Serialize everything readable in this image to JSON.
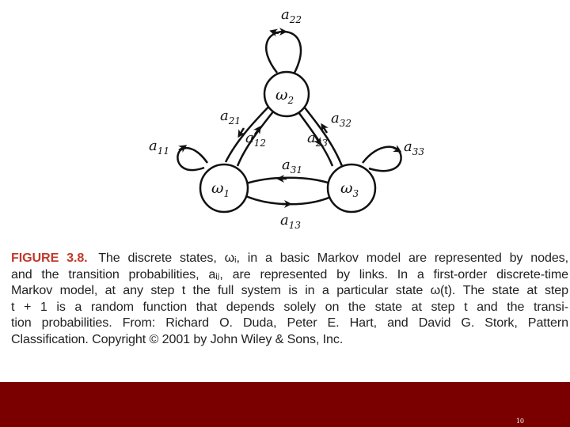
{
  "diagram": {
    "nodes": {
      "w1": {
        "symbol": "ω",
        "subscript": "1"
      },
      "w2": {
        "symbol": "ω",
        "subscript": "2"
      },
      "w3": {
        "symbol": "ω",
        "subscript": "3"
      }
    },
    "edges": {
      "a11": {
        "symbol": "a",
        "subscript": "11"
      },
      "a12": {
        "symbol": "a",
        "subscript": "12"
      },
      "a13": {
        "symbol": "a",
        "subscript": "13"
      },
      "a21": {
        "symbol": "a",
        "subscript": "21"
      },
      "a22": {
        "symbol": "a",
        "subscript": "22"
      },
      "a23": {
        "symbol": "a",
        "subscript": "23"
      },
      "a31": {
        "symbol": "a",
        "subscript": "31"
      },
      "a32": {
        "symbol": "a",
        "subscript": "32"
      },
      "a33": {
        "symbol": "a",
        "subscript": "33"
      }
    }
  },
  "caption": {
    "label": "FIGURE 3.8.",
    "lines": [
      "The discrete states, ωᵢ, in a basic Markov model are represented by nodes,",
      "and the transition probabilities, aᵢⱼ, are represented by links. In a first-order discrete-time",
      "Markov model, at any step t the full system is in a particular state ω(t). The state at step",
      "t + 1 is a random function that depends solely on the state at step t and the transi-",
      "tion probabilities. From: Richard O. Duda, Peter E. Hart, and David G. Stork, Pattern",
      "Classification. Copyright © 2001 by John Wiley & Sons, Inc."
    ]
  },
  "colors": {
    "footer_bar": "#7a0000",
    "caption_label": "#c0392b"
  },
  "footer": {
    "page_number": "10"
  }
}
